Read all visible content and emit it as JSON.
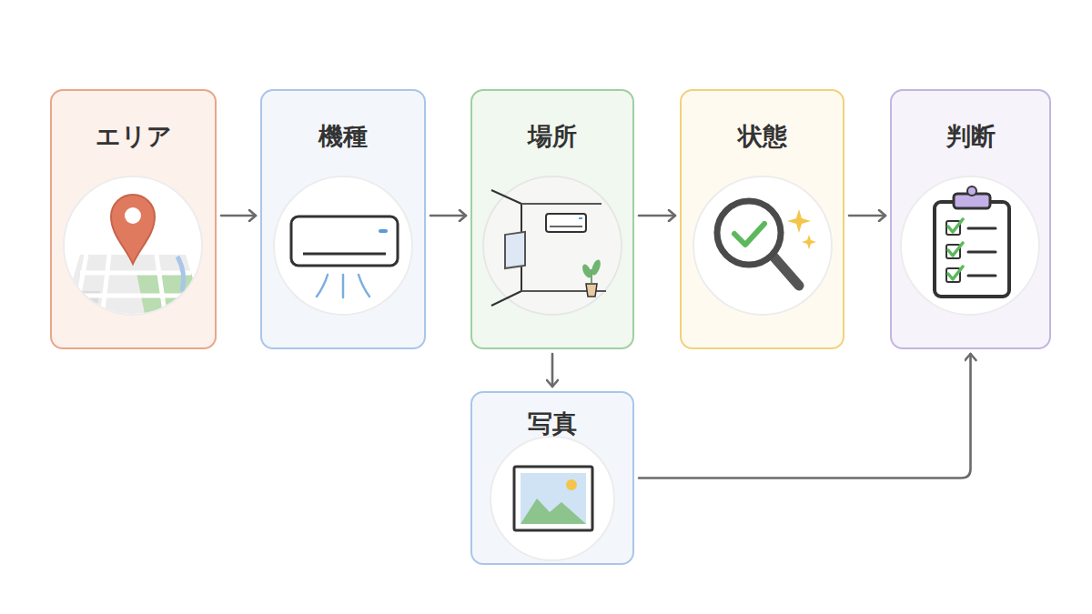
{
  "diagram": {
    "nodes": [
      {
        "text": [
          "エリア"
        ]
      },
      {
        "text": [
          "機種"
        ]
      },
      {
        "text": [
          "場所"
        ]
      },
      {
        "text": [
          "状態"
        ]
      },
      {
        "text": [
          "判断"
        ]
      },
      {
        "text": [
          "写真"
        ]
      }
    ],
    "edges": [
      {
        "from": 0,
        "to": 1,
        "arrow": "to"
      },
      {
        "from": 1,
        "to": 2,
        "arrow": "to"
      },
      {
        "from": 2,
        "to": 3,
        "arrow": "to"
      },
      {
        "from": 3,
        "to": 4,
        "arrow": "to"
      },
      {
        "from": 2,
        "to": 5,
        "arrow": "to"
      },
      {
        "from": 5,
        "to": 4,
        "arrow": "to"
      }
    ]
  }
}
